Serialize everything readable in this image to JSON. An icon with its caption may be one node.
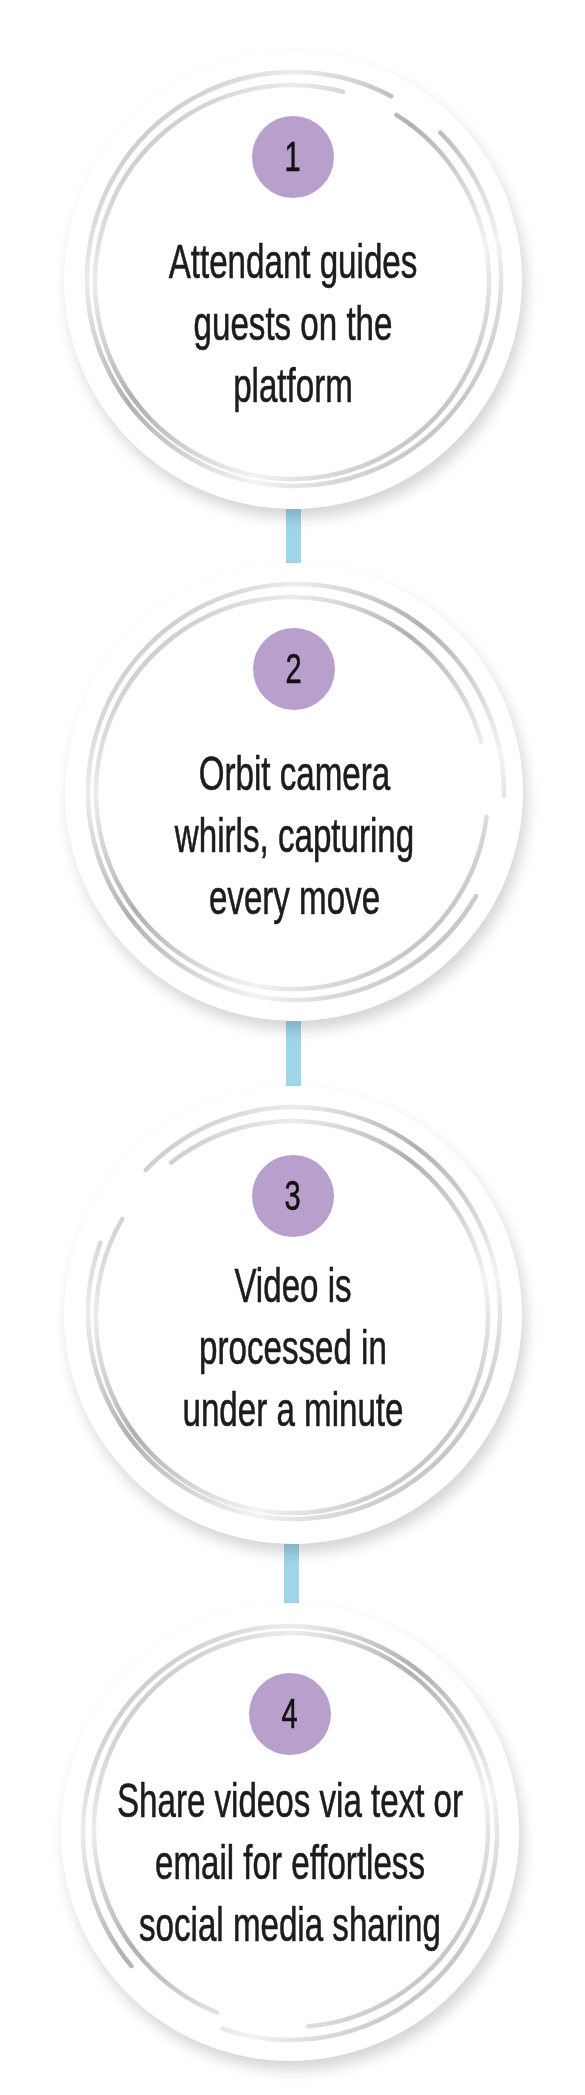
{
  "diagram": {
    "nodes": [
      {
        "text": [
          "Attendant guides guests on the platform"
        ]
      },
      {
        "text": [
          "1"
        ],
        "in": 0
      },
      {
        "text": [
          "Orbit camera whirls, capturing every move"
        ]
      },
      {
        "text": [
          "2"
        ],
        "in": 2
      },
      {
        "text": [
          "Video is processed in under a minute"
        ]
      },
      {
        "text": [
          "3"
        ],
        "in": 4
      },
      {
        "text": [
          "Share videos via text or email for effortless social media sharing"
        ]
      },
      {
        "text": [
          "4"
        ],
        "in": 6
      }
    ],
    "edges": [
      {
        "from": 0,
        "to": 2,
        "arrow": "none"
      },
      {
        "from": 2,
        "to": 4,
        "arrow": "none"
      },
      {
        "from": 4,
        "to": 6,
        "arrow": "none"
      }
    ]
  }
}
